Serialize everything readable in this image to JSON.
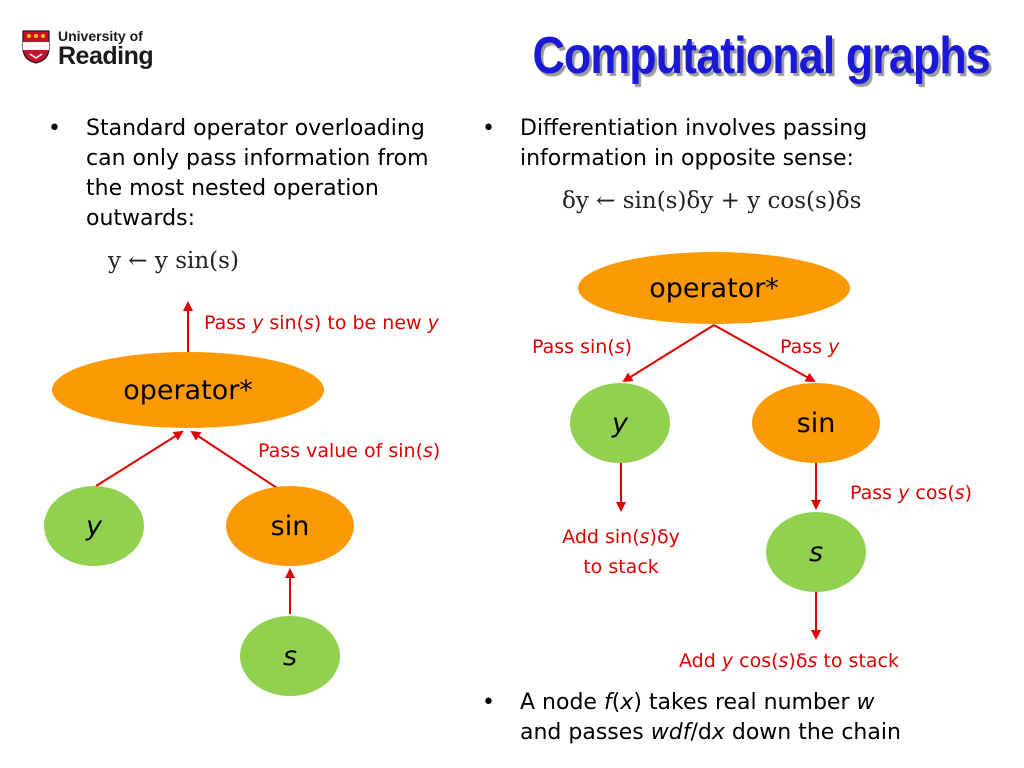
{
  "logo": {
    "line1": "University of",
    "line2": "Reading"
  },
  "title": "Computational graphs",
  "left": {
    "bullet": "Standard operator overloading can only pass information from the most nested operation outwards:",
    "formula": "y ← y sin(s)",
    "nodes": {
      "operator": "operator*",
      "y": "y",
      "sin": "sin",
      "s": "s"
    },
    "labels": {
      "pass_new_y": {
        "a": "Pass ",
        "b": "y",
        "c": " sin(",
        "d": "s",
        "e": ") to be new ",
        "f": "y"
      },
      "pass_value": {
        "a": "Pass value of sin(",
        "b": "s",
        "c": ")"
      }
    }
  },
  "right": {
    "bullet": "Differentiation involves passing information in opposite sense:",
    "formula": "δy ← sin(s)δy + y cos(s)δs",
    "nodes": {
      "operator": "operator*",
      "y": "y",
      "sin": "sin",
      "s": "s"
    },
    "labels": {
      "pass_sin": {
        "a": "Pass sin(",
        "b": "s",
        "c": ")"
      },
      "pass_y": {
        "a": "Pass ",
        "b": "y"
      },
      "pass_ycos": {
        "a": "Pass ",
        "b": "y",
        "c": " cos(",
        "d": "s",
        "e": ")"
      },
      "add_sin": {
        "a": "Add sin(",
        "b": "s",
        "c": ")δy",
        "d": "to stack"
      },
      "add_ycos": {
        "a": "Add ",
        "b": "y",
        "c": " cos(",
        "d": "s",
        "e": ")δ",
        "f": "s",
        "g": " to stack"
      }
    },
    "bottom_bullet": {
      "a": "A node ",
      "b": "f",
      "c": "(",
      "d": "x",
      "e": ") takes real number ",
      "f": "w",
      "g": "and passes ",
      "h": "wdf",
      "i": "/d",
      "j": "x",
      "k": " down the chain"
    }
  },
  "colors": {
    "title": "#1a1ad6",
    "orange": "#fc9a06",
    "green": "#92d050",
    "red": "#e00000"
  }
}
